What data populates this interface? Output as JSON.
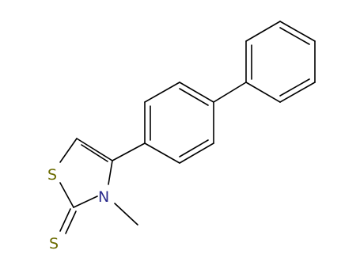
{
  "colors": {
    "background": "#ffffff",
    "bond": "#000000",
    "sulfur": "#6b6b00",
    "nitrogen": "#2b2b8c"
  },
  "atoms": {
    "ring_sulfur": {
      "symbol": "S",
      "element": "sulfur"
    },
    "ring_nitrogen": {
      "symbol": "N",
      "element": "nitrogen"
    },
    "thione_sulfur": {
      "symbol": "S",
      "element": "sulfur"
    }
  }
}
